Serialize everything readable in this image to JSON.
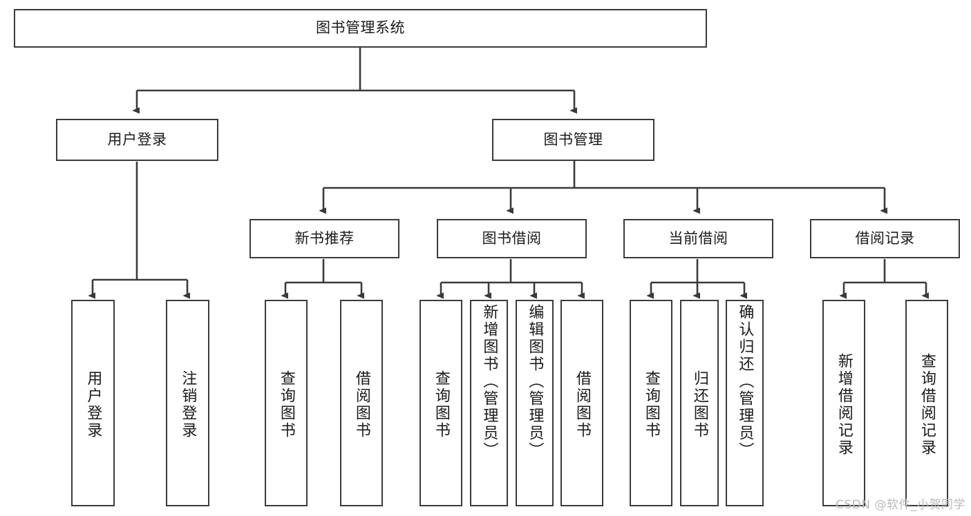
{
  "diagram": {
    "title": "图书管理系统",
    "type": "hierarchy-tree",
    "watermark": "CSDN @软件_小贺同学",
    "colors": {
      "stroke": "#3a3a3a",
      "fill": "#ffffff",
      "text": "#1a1a1a",
      "watermark": "#b9b9b9"
    },
    "nodes": {
      "root": {
        "label": "图书管理系统"
      },
      "level2": [
        {
          "id": "user-login",
          "label": "用户登录"
        },
        {
          "id": "book-manage",
          "label": "图书管理"
        }
      ],
      "level3": [
        {
          "id": "new-book-recommend",
          "label": "新书推荐"
        },
        {
          "id": "book-borrow",
          "label": "图书借阅"
        },
        {
          "id": "current-borrow",
          "label": "当前借阅"
        },
        {
          "id": "borrow-record",
          "label": "借阅记录"
        }
      ],
      "leaves": {
        "user_login": [
          {
            "id": "leaf-user-login",
            "label": "用户登录"
          },
          {
            "id": "leaf-logout-login",
            "label": "注销登录"
          }
        ],
        "new_book_recommend": [
          {
            "id": "leaf-query-book-1",
            "label": "查询图书"
          },
          {
            "id": "leaf-borrow-book-1",
            "label": "借阅图书"
          }
        ],
        "book_borrow": [
          {
            "id": "leaf-query-book-2",
            "label": "查询图书"
          },
          {
            "id": "leaf-add-book-admin",
            "label": "新增图书（管理员）"
          },
          {
            "id": "leaf-edit-book-admin",
            "label": "编辑图书（管理员）"
          },
          {
            "id": "leaf-borrow-book-2",
            "label": "借阅图书"
          }
        ],
        "current_borrow": [
          {
            "id": "leaf-query-book-3",
            "label": "查询图书"
          },
          {
            "id": "leaf-return-book",
            "label": "归还图书"
          },
          {
            "id": "leaf-confirm-return-admin",
            "label": "确认归还（管理员）"
          }
        ],
        "borrow_record": [
          {
            "id": "leaf-add-borrow-record",
            "label": "新增借阅记录"
          },
          {
            "id": "leaf-query-borrow-record",
            "label": "查询借阅记录"
          }
        ]
      }
    }
  }
}
